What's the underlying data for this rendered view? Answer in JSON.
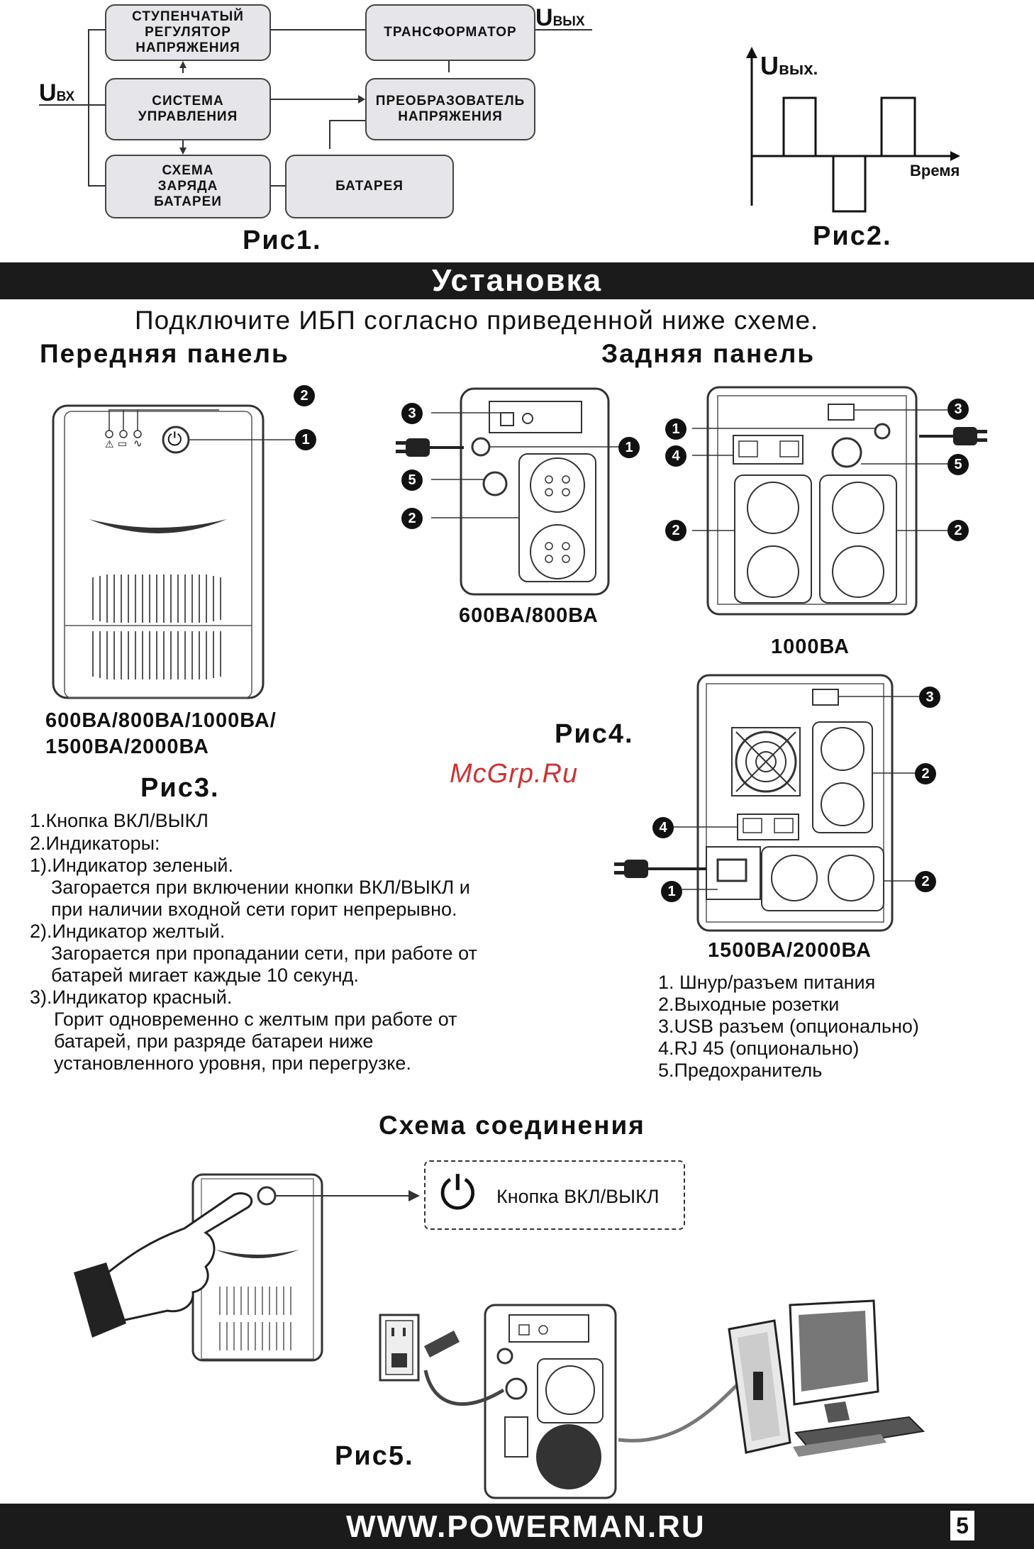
{
  "fig1": {
    "blocks": {
      "regulator": "СТУПЕНЧАТЫЙ\nРЕГУЛЯТОР\nНАПРЯЖЕНИЯ",
      "transformer": "ТРАНСФОРМАТОР",
      "control": "СИСТЕМА\nУПРАВЛЕНИЯ",
      "converter": "ПРЕОБРАЗОВАТЕЛЬ\nНАПРЯЖЕНИЯ",
      "charger": "СХЕМА\nЗАРЯДА\nБАТАРЕИ",
      "battery": "БАТАРЕЯ"
    },
    "u_in": "U",
    "u_in_sub": "ВХ",
    "u_out": "U",
    "u_out_sub": "ВЫХ",
    "caption": "Рис1."
  },
  "fig2": {
    "y_label": "U",
    "y_label_sub": "вых.",
    "x_label": "Время",
    "caption": "Рис2."
  },
  "install": {
    "title": "Установка",
    "subtitle": "Подключите ИБП согласно приведенной ниже схеме.",
    "front_panel": "Передняя панель",
    "rear_panel": "Задняя панель"
  },
  "fig3": {
    "models_line1": "600ВА/800ВА/1000ВА/",
    "models_line2": "1500ВА/2000ВА",
    "caption": "Рис3.",
    "callouts": [
      "2",
      "1"
    ]
  },
  "fig4": {
    "model_small": "600ВА/800ВА",
    "model_mid": "1000ВА",
    "model_big": "1500ВА/2000ВА",
    "caption": "Рис4.",
    "callouts": [
      "1",
      "2",
      "3",
      "4",
      "5"
    ]
  },
  "watermark": "McGrp.Ru",
  "front_list": [
    "1.Кнопка ВКЛ/ВЫКЛ",
    "2.Индикаторы:",
    "1).Индикатор зеленый.",
    "Загорается при включении кнопки ВКЛ/ВЫКЛ и",
    "при наличии входной сети горит  непрерывно.",
    "2).Индикатор желтый.",
    "Загорается при пропадании сети,  при работе от",
    "батарей мигает каждые 10 секунд.",
    "3).Индикатор красный.",
    "Горит одновременно с  желтым при работе от",
    "батарей, при разряде батареи ниже",
    "установленного уровня, при перегрузке."
  ],
  "rear_list": [
    "1. Шнур/разъем  питания",
    "2.Выходные  розетки",
    "3.USB разъем (опционально)",
    "4.RJ 45 (опционально)",
    "5.Предохранитель"
  ],
  "connection": {
    "title": "Схема соединения",
    "button_label": "Кнопка ВКЛ/ВЫКЛ",
    "caption": "Рис5."
  },
  "footer": {
    "url": "WWW.POWERMAN.RU",
    "page": "5"
  },
  "icons": [
    "power-icon",
    "usb-icon",
    "warning-icon",
    "battery-icon",
    "ac-wave-icon",
    "plug-icon",
    "fan-icon",
    "outlet-icon",
    "hand-icon",
    "computer-icon"
  ]
}
